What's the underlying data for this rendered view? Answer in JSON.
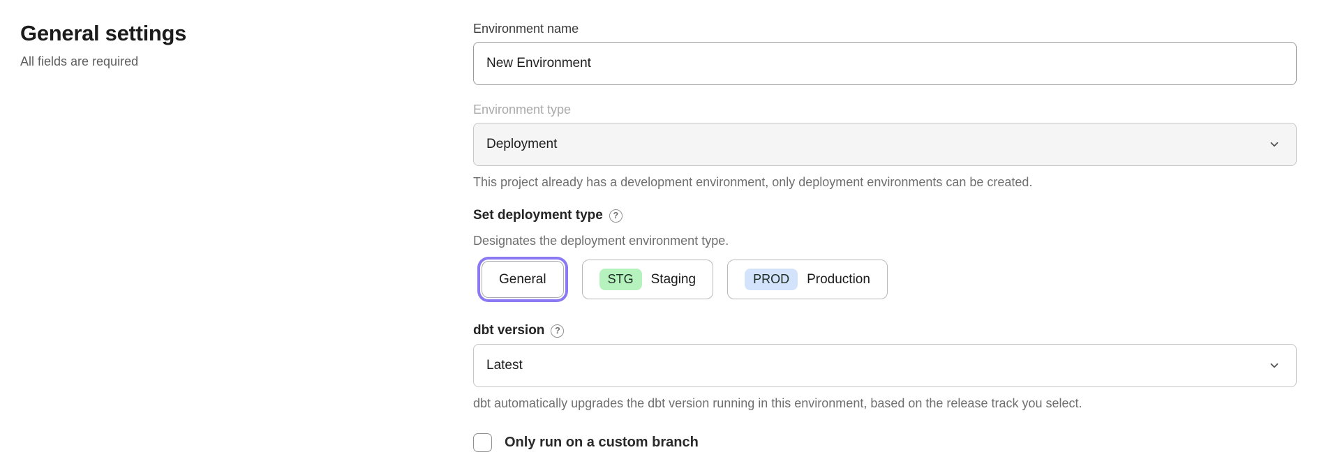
{
  "header": {
    "title": "General settings",
    "subtitle": "All fields are required"
  },
  "form": {
    "environment_name": {
      "label": "Environment name",
      "value": "New Environment"
    },
    "environment_type": {
      "label": "Environment type",
      "value": "Deployment",
      "helper": "This project already has a development environment, only deployment environments can be created."
    },
    "deployment_type": {
      "label": "Set deployment type",
      "help_icon": "?",
      "helper": "Designates the deployment environment type.",
      "options": [
        {
          "label": "General",
          "selected": true
        },
        {
          "badge": "STG",
          "label": "Staging",
          "badge_style": "background:#b6f2bd"
        },
        {
          "badge": "PROD",
          "label": "Production",
          "badge_style": "background:#d2e3fb"
        }
      ]
    },
    "dbt_version": {
      "label": "dbt version",
      "help_icon": "?",
      "value": "Latest",
      "helper": "dbt automatically upgrades the dbt version running in this environment, based on the release track you select."
    },
    "custom_branch": {
      "label": "Only run on a custom branch",
      "checked": false
    }
  },
  "colors": {
    "accent": "#8a79f2",
    "badgeGreen": "#b6f2bd",
    "badgeBlue": "#d2e3fb"
  }
}
